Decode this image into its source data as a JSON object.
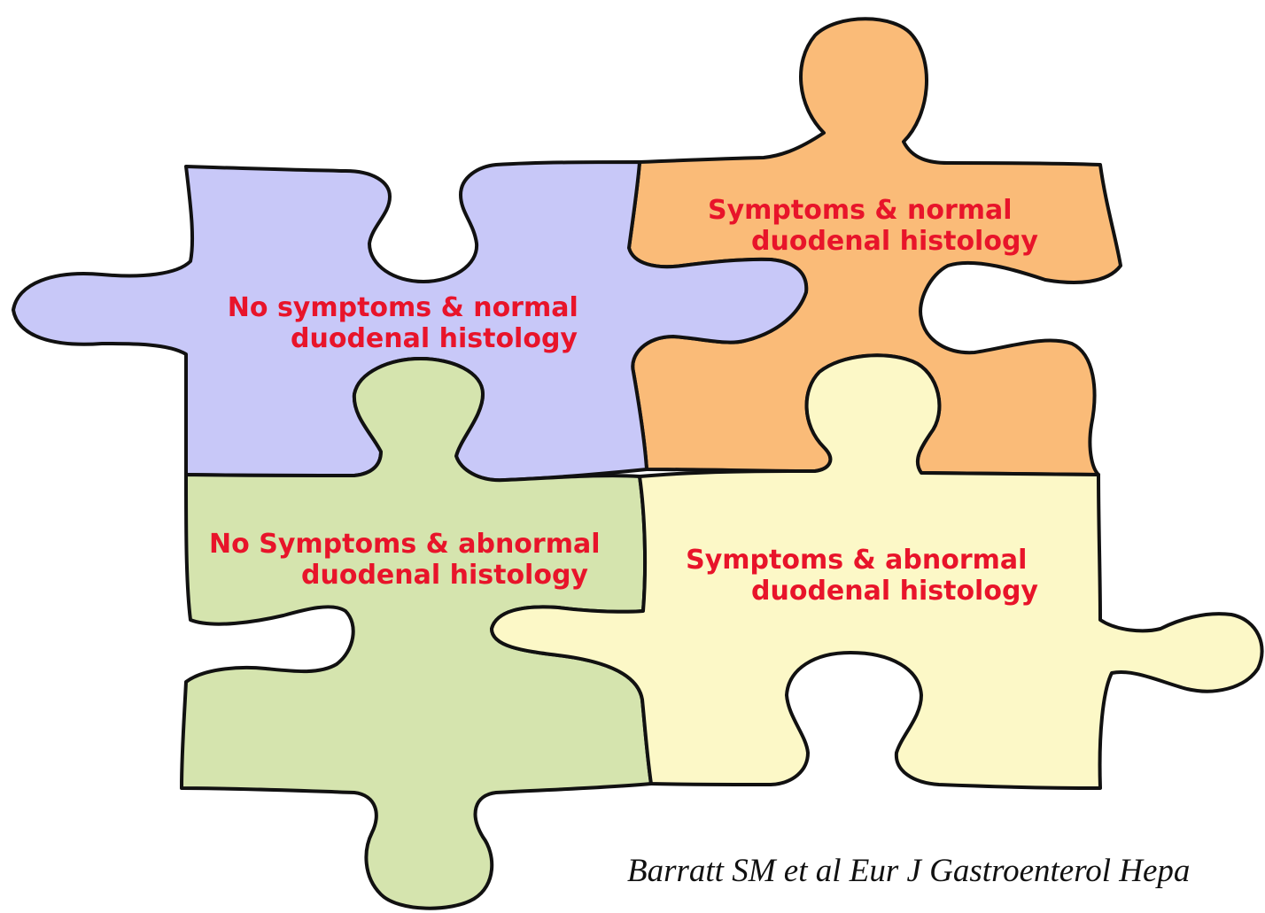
{
  "pieces": [
    {
      "id": "top-left",
      "line1": "No symptoms & normal",
      "line2": "duodenal histology",
      "fill": "#C8C8F8"
    },
    {
      "id": "top-right",
      "line1": "Symptoms & normal",
      "line2": "duodenal histology",
      "fill": "#FABB78"
    },
    {
      "id": "bottom-left",
      "line1": "No Symptoms & abnormal",
      "line2": "duodenal histology",
      "fill": "#D5E4AE"
    },
    {
      "id": "bottom-right",
      "line1": "Symptoms & abnormal",
      "line2": "duodenal histology",
      "fill": "#FCF8C7"
    }
  ],
  "colors": {
    "label_text": "#E8142A",
    "outline": "#111111"
  },
  "citation": "Barratt SM et al Eur J Gastroenterol Hepa"
}
